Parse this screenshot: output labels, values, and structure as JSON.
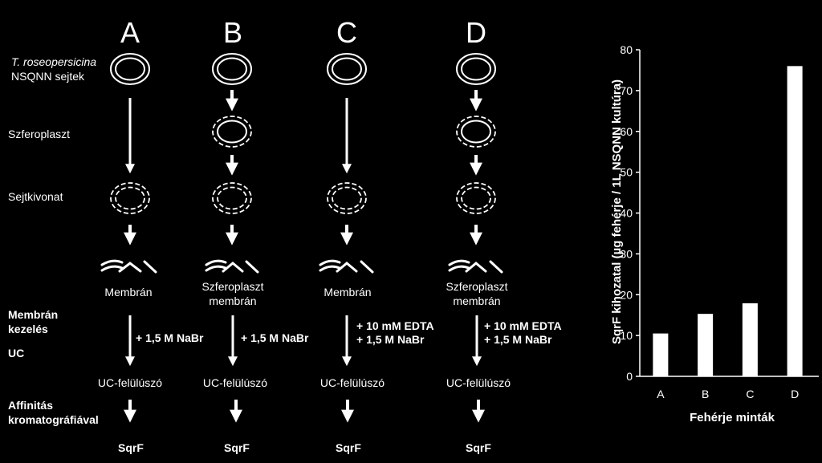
{
  "diagram": {
    "columns": [
      "A",
      "B",
      "C",
      "D"
    ],
    "row_labels": {
      "cells_italic": "T. roseopersicina",
      "cells": "NSQNN sejtek",
      "spheroplast": "Szferoplaszt",
      "extract": "Sejtkivonat",
      "membrane_treatment_1": "Membrán",
      "membrane_treatment_2": "kezelés",
      "uc": "UC",
      "affinity_1": "Affinitás",
      "affinity_2": "kromatográfiával"
    },
    "membrane_labels": [
      "Membrán",
      "Szferoplaszt membrán",
      "Membrán",
      "Szferoplaszt membrán"
    ],
    "treatments": [
      [
        "+ 1,5 M NaBr"
      ],
      [
        "+ 1,5 M NaBr"
      ],
      [
        "+ 10 mM EDTA",
        "+ 1,5 M NaBr"
      ],
      [
        "+ 10 mM EDTA",
        "+ 1,5 M NaBr"
      ]
    ],
    "supernatant_label": "UC-felülúszó",
    "product_label": "SqrF"
  },
  "chart_data": {
    "type": "bar",
    "categories": [
      "A",
      "B",
      "C",
      "D"
    ],
    "values": [
      10.5,
      15.3,
      17.9,
      76
    ],
    "xlabel": "Fehérje minták",
    "ylabel": "SqrF kihozatal (µg fehérje / 1L NSQNN kultúra)",
    "ylim": [
      0,
      80
    ],
    "yticks": [
      0,
      10,
      20,
      30,
      40,
      50,
      60,
      70,
      80
    ],
    "bar_color": "#ffffff",
    "background": "#000000",
    "grid": false,
    "legend": "none"
  }
}
